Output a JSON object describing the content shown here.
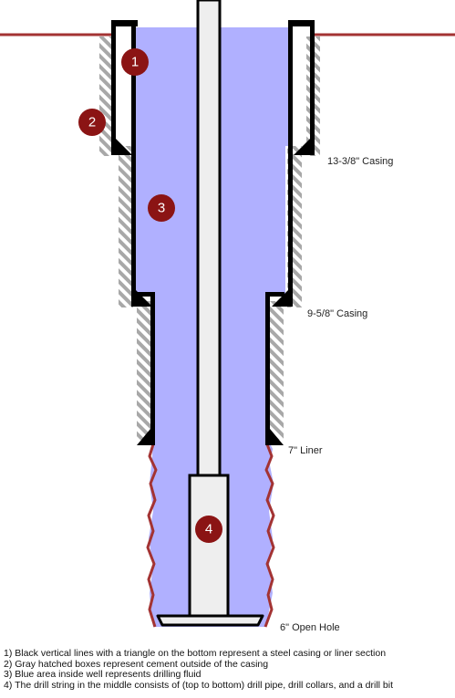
{
  "colors": {
    "surface_line": "#a33333",
    "fluid": "#b0b0ff",
    "casing": "#000000",
    "cement_hatch": "#a8a8a8",
    "open_hole": "#a33333",
    "marker": "#8b1414",
    "drill_string": "#eeeeee"
  },
  "diagram": {
    "casing_labels": {
      "c13": "13-3/8\" Casing",
      "c95": "9-5/8\" Casing",
      "liner7": "7\" Liner",
      "open_hole": "6\" Open Hole"
    },
    "markers": [
      "1",
      "2",
      "3",
      "4"
    ]
  },
  "legend": [
    "1) Black vertical lines with a triangle on the bottom represent a steel casing or liner section",
    "2) Gray hatched boxes represent cement outside of the casing",
    "3) Blue area inside well represents drilling fluid",
    "4) The drill string in the middle consists of (top to bottom) drill pipe, drill collars, and a drill bit"
  ]
}
